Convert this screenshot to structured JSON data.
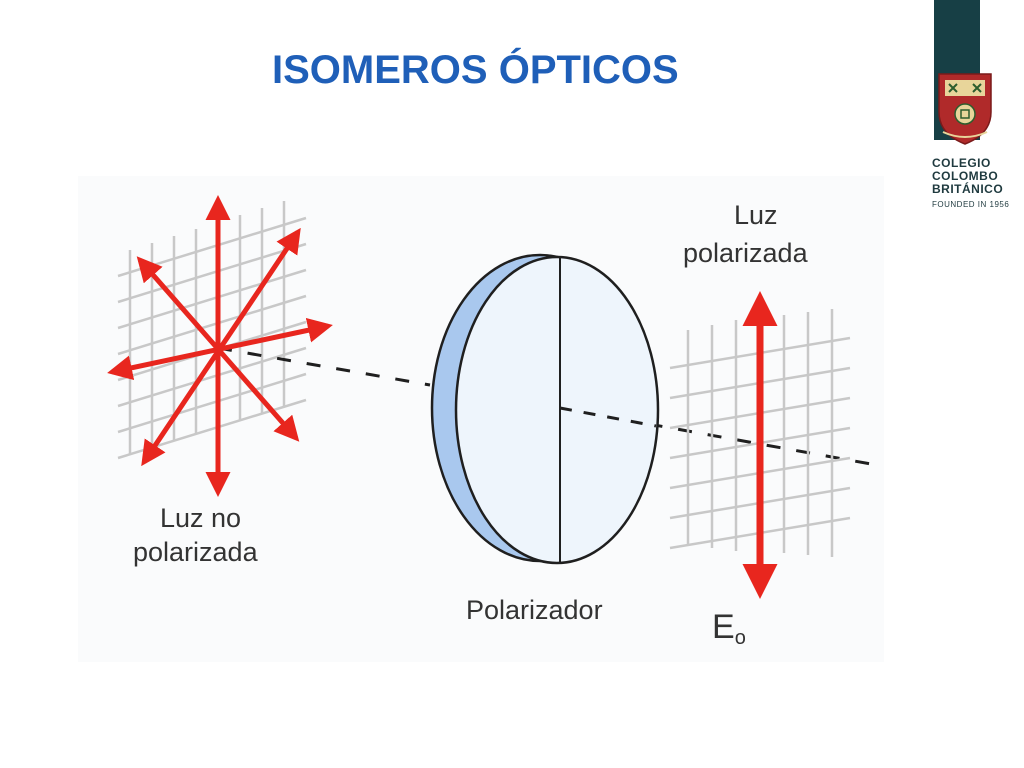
{
  "slide": {
    "title": "ISOMEROS ÓPTICOS"
  },
  "logo": {
    "name_lines": [
      "COLEGIO",
      "COLOMBO",
      "BRITÁNICO"
    ],
    "founded": "FOUNDED IN 1956"
  },
  "diagram": {
    "label_unpolarized_line1": "Luz no",
    "label_unpolarized_line2": "polarizada",
    "label_polarized_line1": "Luz",
    "label_polarized_line2": "polarizada",
    "label_polarizer": "Polarizador",
    "label_field_main": "E",
    "label_field_sub": "o"
  },
  "colors": {
    "title": "#1f5fb8",
    "arrow": "#e8261e",
    "grid": "#c8c8c8",
    "lens_face": "#eef5fc",
    "lens_edge": "#a9c8ee",
    "logo_dark": "#173f45",
    "crest_red": "#b02a2a"
  }
}
